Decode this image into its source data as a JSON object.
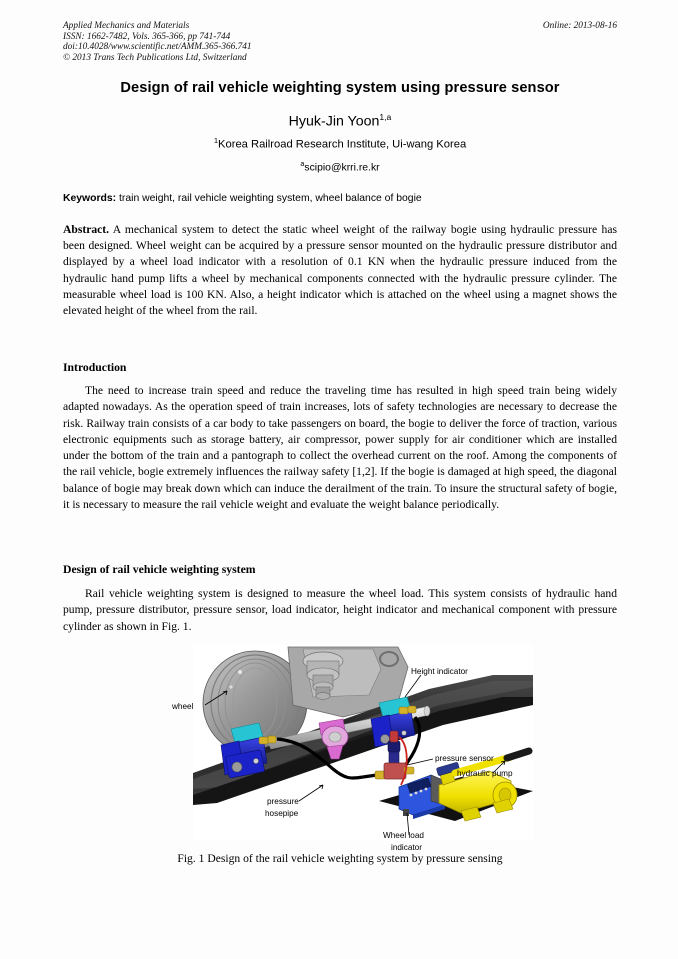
{
  "header": {
    "journal": "Applied Mechanics and Materials",
    "online": "Online: 2013-08-16",
    "issn": "ISSN: 1662-7482, Vols. 365-366, pp 741-744",
    "doi": "doi:10.4028/www.scientific.net/AMM.365-366.741",
    "copyright": "© 2013 Trans Tech Publications Ltd, Switzerland"
  },
  "title": "Design of rail vehicle weighting system using pressure sensor",
  "author": {
    "name": "Hyuk-Jin Yoon",
    "marks": "1,a",
    "affiliation_mark": "1",
    "affiliation": "Korea Railroad Research Institute, Ui-wang Korea",
    "email_mark": "a",
    "email": "scipio@krri.re.kr"
  },
  "keywords": {
    "label": "Keywords:",
    "value": "train weight, rail vehicle weighting system, wheel balance of bogie"
  },
  "abstract": {
    "label": "Abstract.",
    "text": " A mechanical system to detect the static wheel weight of the railway bogie using hydraulic pressure has been designed. Wheel weight can be acquired by a pressure sensor mounted on the hydraulic pressure distributor and displayed by a wheel load indicator with a resolution of 0.1 KN when the hydraulic pressure induced from the hydraulic hand pump lifts a wheel by mechanical components connected with the hydraulic pressure cylinder. The measurable wheel load is 100 KN. Also, a height indicator which is attached on the wheel using a magnet shows the elevated height of the wheel from the rail."
  },
  "sections": [
    {
      "heading": "Introduction",
      "text": "The need to increase train speed and reduce the traveling time has resulted in high speed train being widely adapted nowadays. As the operation speed of train increases, lots of safety technologies are necessary to decrease the risk. Railway train consists of a car body to take passengers on board, the bogie to deliver the force of traction, various electronic equipments such as storage battery, air compressor, power supply for air conditioner which are installed under the bottom of the train and a pantograph to collect the overhead current on the roof. Among the components of the rail vehicle, bogie extremely influences the railway safety [1,2]. If the bogie is damaged at high speed, the diagonal balance of bogie may break down which can induce the derailment of the train. To insure the structural safety of bogie, it is necessary to measure the rail vehicle weight and evaluate the weight balance periodically."
    },
    {
      "heading": "Design of rail vehicle weighting system",
      "text": "Rail vehicle weighting system is designed to measure the wheel load. This system consists of hydraulic hand pump, pressure distributor, pressure sensor, load indicator, height indicator and mechanical component with pressure cylinder as shown in Fig. 1."
    }
  ],
  "figure": {
    "caption": "Fig. 1 Design of the rail vehicle weighting system by pressure sensing",
    "labels": {
      "height_indicator": "Height indicator",
      "wheel": "wheel",
      "pressure_sensor": "pressure sensor",
      "hydraulic_pump": "hydraulic pump",
      "pressure_hosepipe_line1": "pressure",
      "pressure_hosepipe_line2": "hosepipe",
      "wheel_load_line1": "Wheel load",
      "wheel_load_line2": "indicator"
    },
    "colors": {
      "wheel_gray": "#8f8f8f",
      "rail_dark": "#2b2b2b",
      "clamp_blue": "#1b23c8",
      "clamp_cyan": "#27c4d4",
      "pump_yellow": "#f2e400",
      "indicator_blue": "#1b4fd8",
      "sensor_red": "#c04040",
      "magenta": "#d96bd0",
      "baseplate_black": "#111111"
    }
  }
}
